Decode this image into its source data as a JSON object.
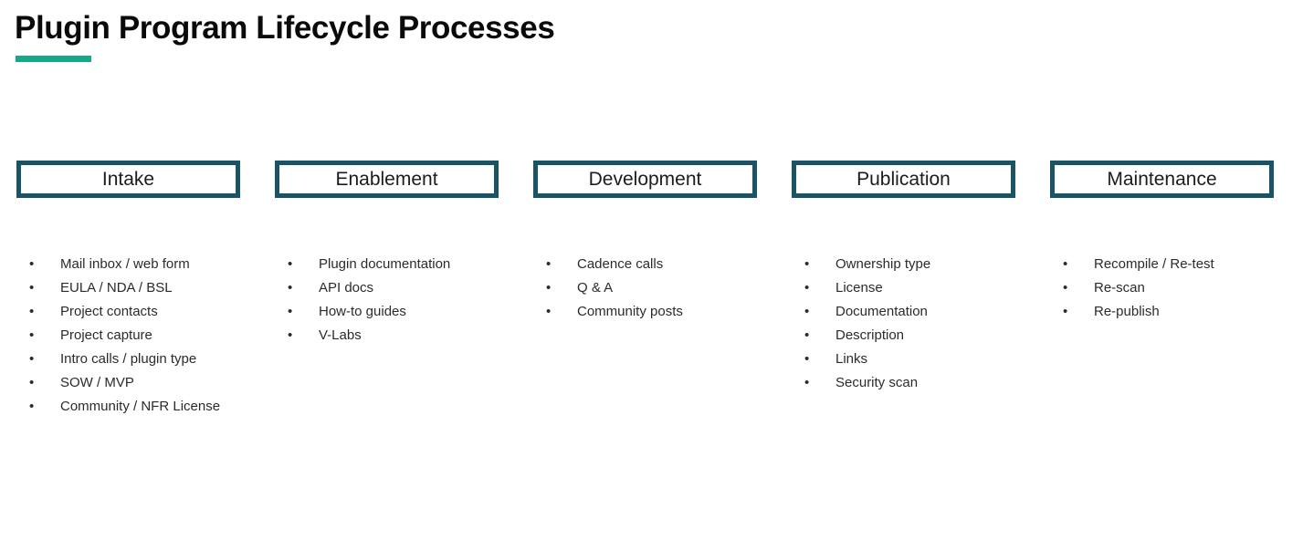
{
  "slide": {
    "title": "Plugin Program Lifecycle Processes",
    "accent_color": "#16a887",
    "box_border_color": "#1a5464",
    "text_color": "#2b2b2b",
    "bullet_glyph": "•"
  },
  "phases": [
    {
      "name": "Intake",
      "items": [
        "Mail inbox / web form",
        "EULA / NDA / BSL",
        "Project contacts",
        "Project capture",
        "Intro calls / plugin type",
        "SOW / MVP",
        "Community / NFR License"
      ]
    },
    {
      "name": "Enablement",
      "items": [
        "Plugin documentation",
        "API docs",
        "How-to guides",
        "V-Labs"
      ]
    },
    {
      "name": "Development",
      "items": [
        "Cadence calls",
        "Q & A",
        "Community posts"
      ]
    },
    {
      "name": "Publication",
      "items": [
        "Ownership type",
        "License",
        "Documentation",
        "Description",
        "Links",
        "Security scan"
      ]
    },
    {
      "name": "Maintenance",
      "items": [
        "Recompile / Re-test",
        "Re-scan",
        "Re-publish"
      ]
    }
  ]
}
